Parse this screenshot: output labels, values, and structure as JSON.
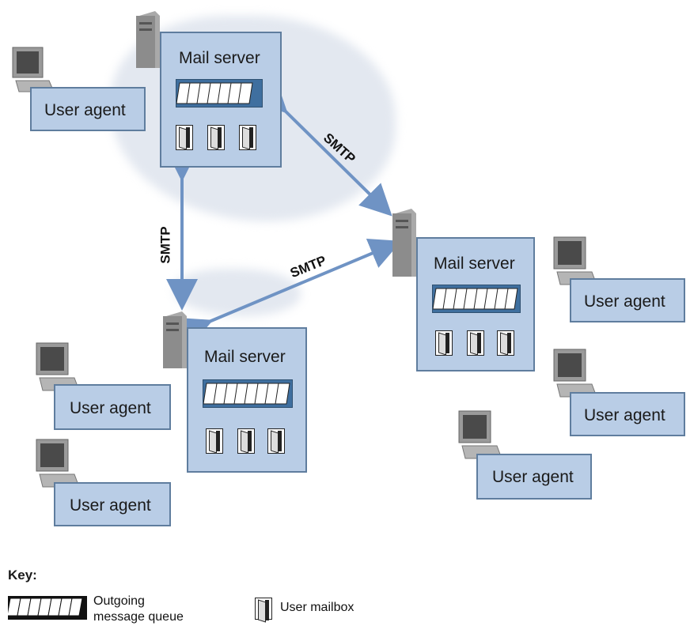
{
  "mail_servers": [
    {
      "title": "Mail server"
    },
    {
      "title": "Mail server"
    },
    {
      "title": "Mail server"
    }
  ],
  "user_agents": [
    {
      "label": "User agent"
    },
    {
      "label": "User agent"
    },
    {
      "label": "User agent"
    },
    {
      "label": "User agent"
    },
    {
      "label": "User agent"
    },
    {
      "label": "User agent"
    }
  ],
  "links": [
    {
      "label": "SMTP"
    },
    {
      "label": "SMTP"
    },
    {
      "label": "SMTP"
    }
  ],
  "key": {
    "heading": "Key:",
    "queue_line1": "Outgoing",
    "queue_line2": "message queue",
    "mailbox": "User mailbox"
  },
  "colors": {
    "box_fill": "#b9cde6",
    "box_border": "#5f7d9e",
    "arrow": "#6f93c4",
    "queue": "#3f6f9f"
  }
}
